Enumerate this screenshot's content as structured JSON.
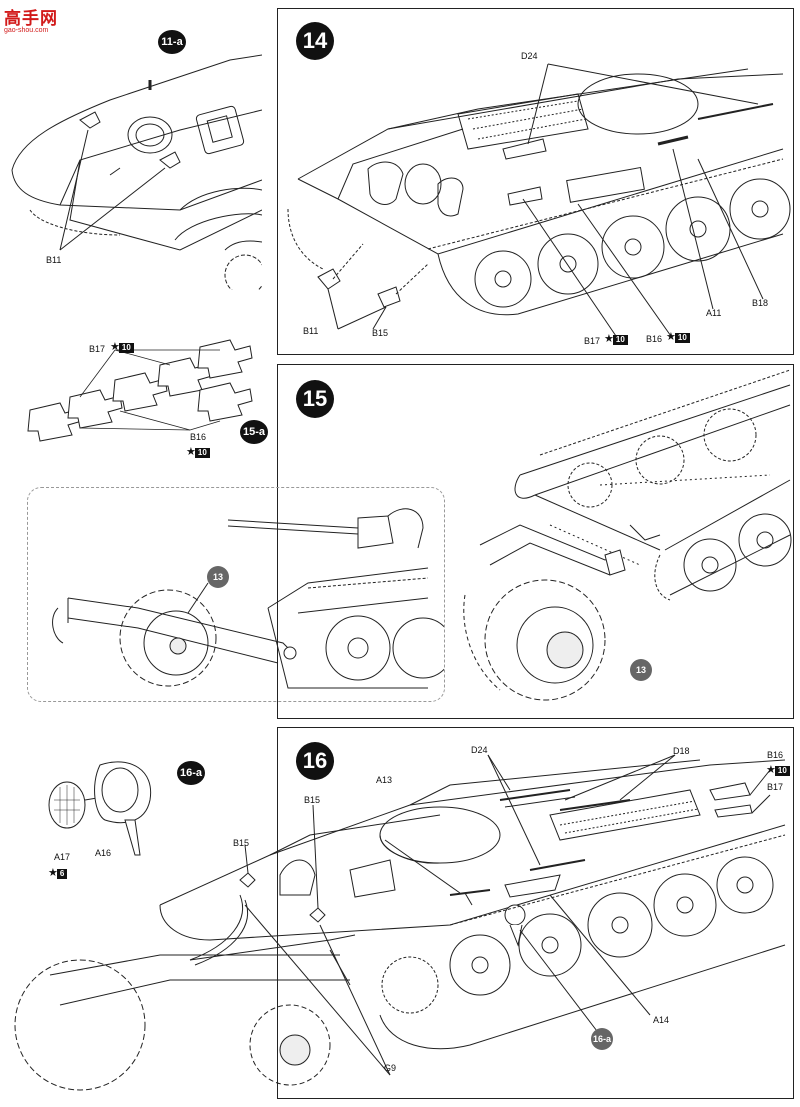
{
  "logo": {
    "glyphs": "高手网",
    "url": "gao-shou.com"
  },
  "steps": {
    "s14": "14",
    "s15": "15",
    "s16": "16"
  },
  "sub_steps": {
    "a11": "11-a",
    "a15": "15-a",
    "a16": "16-a"
  },
  "refs": {
    "r13_detail": "13",
    "r13_step15": "13"
  },
  "labels": {
    "p11_B11": "B11",
    "p14_D24": "D24",
    "p14_B11": "B11",
    "p14_B15": "B15",
    "p14_A11": "A11",
    "p14_B18": "B18",
    "p14_B17": "B17",
    "p14_B16": "B16",
    "p15a_B17": "B17",
    "p15a_B16": "B16",
    "p16_D24": "D24",
    "p16_D18": "D18",
    "p16_A13": "A13",
    "p16_B15a": "B15",
    "p16_B15b": "B15",
    "p16_B16": "B16",
    "p16_B17": "B17",
    "p16_A14": "A14",
    "p16_G9": "G9",
    "p16a_A17": "A17",
    "p16a_A16": "A16",
    "p16_ref16a": "16-a"
  },
  "quantities": {
    "p14_B17": "10",
    "p14_B16": "10",
    "p15a_B17": "10",
    "p15a_B16": "10",
    "p16_B16": "10",
    "p16a_A17": "6"
  },
  "colors": {
    "ink": "#111111",
    "panel_border": "#222222",
    "dashed_border": "#999999",
    "ref_badge": "#666666",
    "logo_red": "#d21a1a"
  }
}
